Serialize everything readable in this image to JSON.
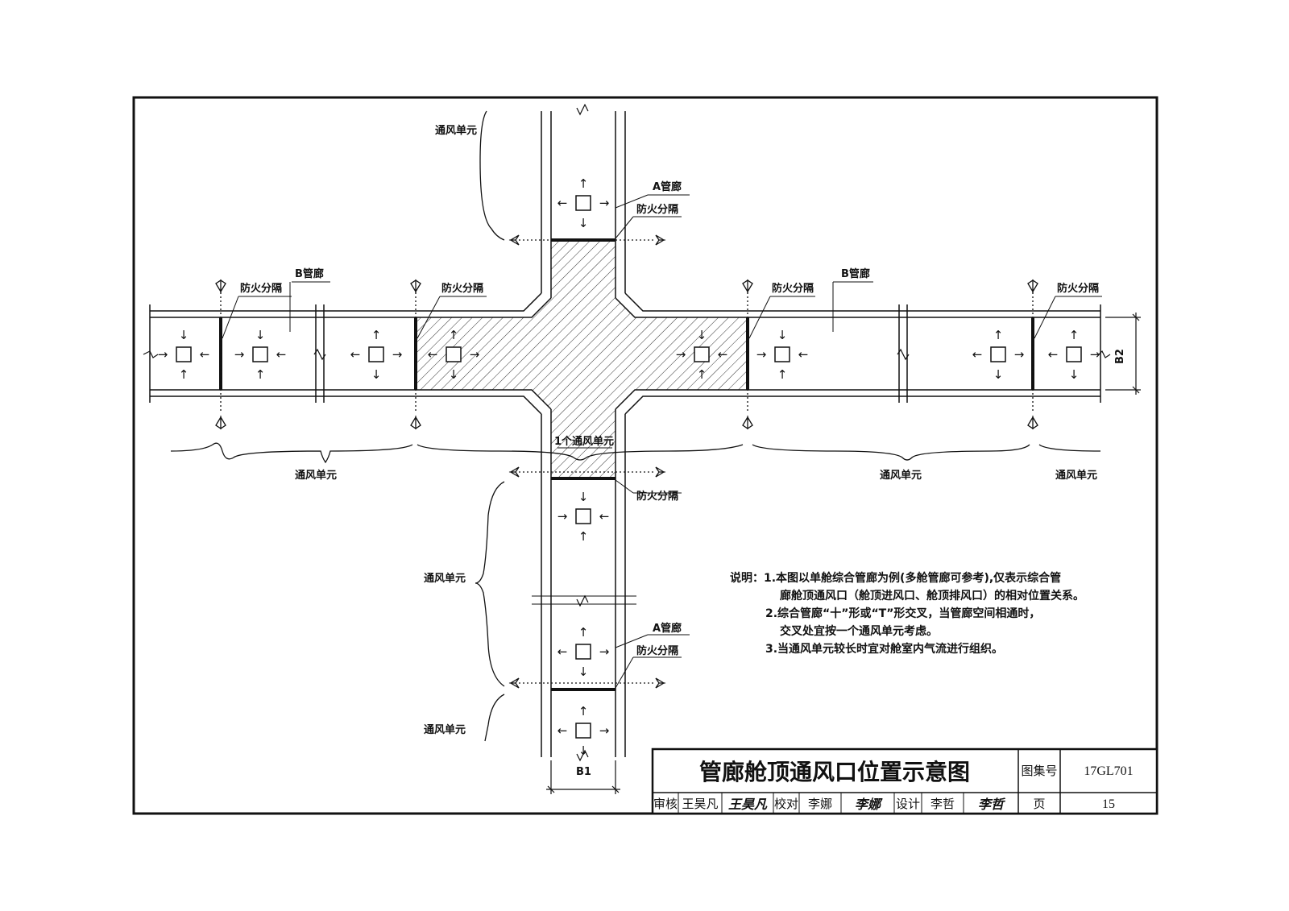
{
  "labels": {
    "ventilation_unit": "通风单元",
    "one_ventilation_unit": "1个通风单元",
    "fire_separation": "防火分隔",
    "corridor_a": "A管廊",
    "corridor_b": "B管廊",
    "dim_b1": "B1",
    "dim_b2": "B2"
  },
  "notes": {
    "line1": "说明：1.本图以单舱综合管廊为例(多舱管廊可参考),仅表示综合管",
    "line2": "廊舱顶通风口（舱顶进风口、舱顶排风口）的相对位置关系。",
    "line3": "2.综合管廊“十”形或“T”形交叉，当管廊空间相通时，",
    "line4": "交叉处宜按一个通风单元考虑。",
    "line5": "3.当通风单元较长时宜对舱室内气流进行组织。"
  },
  "title_block": {
    "title": "管廊舱顶通风口位置示意图",
    "atlas_label": "图集号",
    "atlas_no": "17GL701",
    "review_label": "审核",
    "reviewer": "王昊凡",
    "check_label": "校对",
    "checker": "李娜",
    "design_label": "设计",
    "designer": "李哲",
    "page_label": "页",
    "page_no": "15"
  },
  "colors": {
    "line": "#111111",
    "hatch": "#333333",
    "background": "#ffffff"
  }
}
